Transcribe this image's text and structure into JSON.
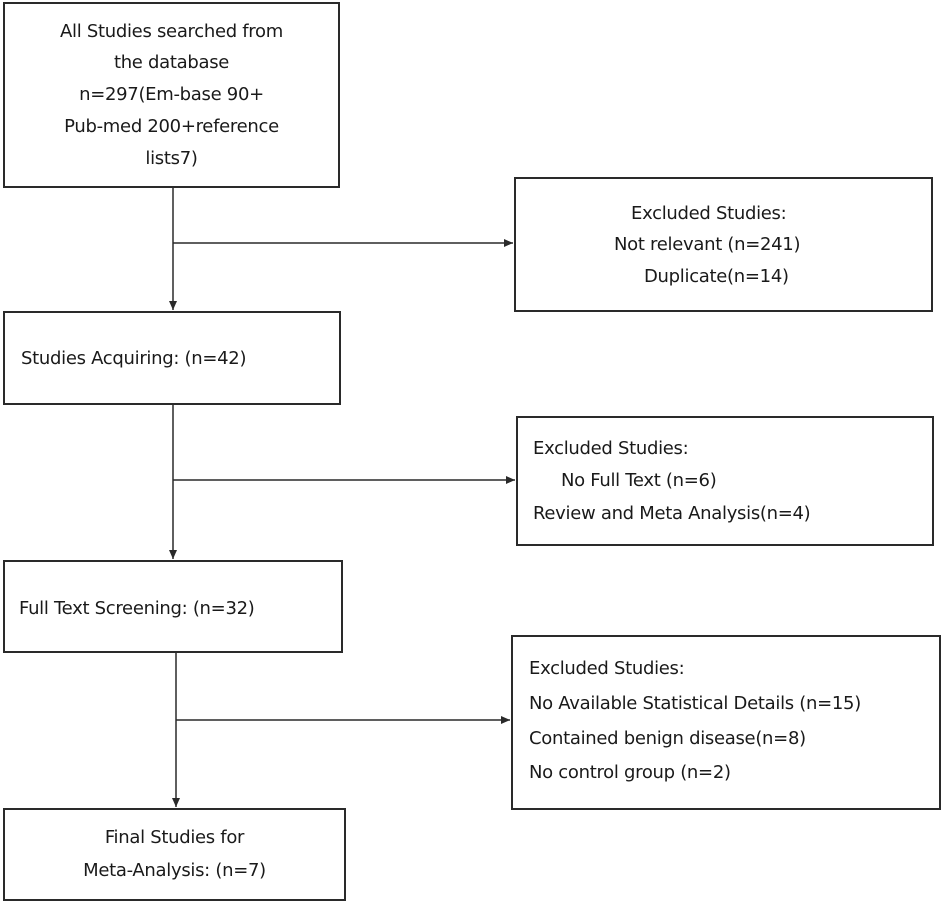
{
  "boxes": {
    "identified": {
      "lines": [
        "All Studies searched from",
        "the database",
        "n=297(Em-base 90+",
        "Pub-med 200+reference",
        "lists7)"
      ]
    },
    "excluded_1": {
      "lines": [
        "Excluded Studies:",
        "Not relevant (n=241)",
        "Duplicate(n=14)"
      ]
    },
    "acquiring": {
      "lines": [
        "Studies Acquiring: (n=42)"
      ]
    },
    "excluded_2": {
      "lines": [
        "Excluded Studies:",
        "No Full Text (n=6)",
        "Review and Meta Analysis(n=4)"
      ]
    },
    "screening": {
      "lines": [
        "Full Text Screening: (n=32)"
      ]
    },
    "excluded_3": {
      "lines": [
        "Excluded Studies:",
        "No Available Statistical Details (n=15)",
        "Contained benign disease(n=8)",
        "No control group (n=2)"
      ]
    },
    "final": {
      "lines": [
        "Final Studies for",
        "Meta-Analysis: (n=7)"
      ]
    }
  }
}
